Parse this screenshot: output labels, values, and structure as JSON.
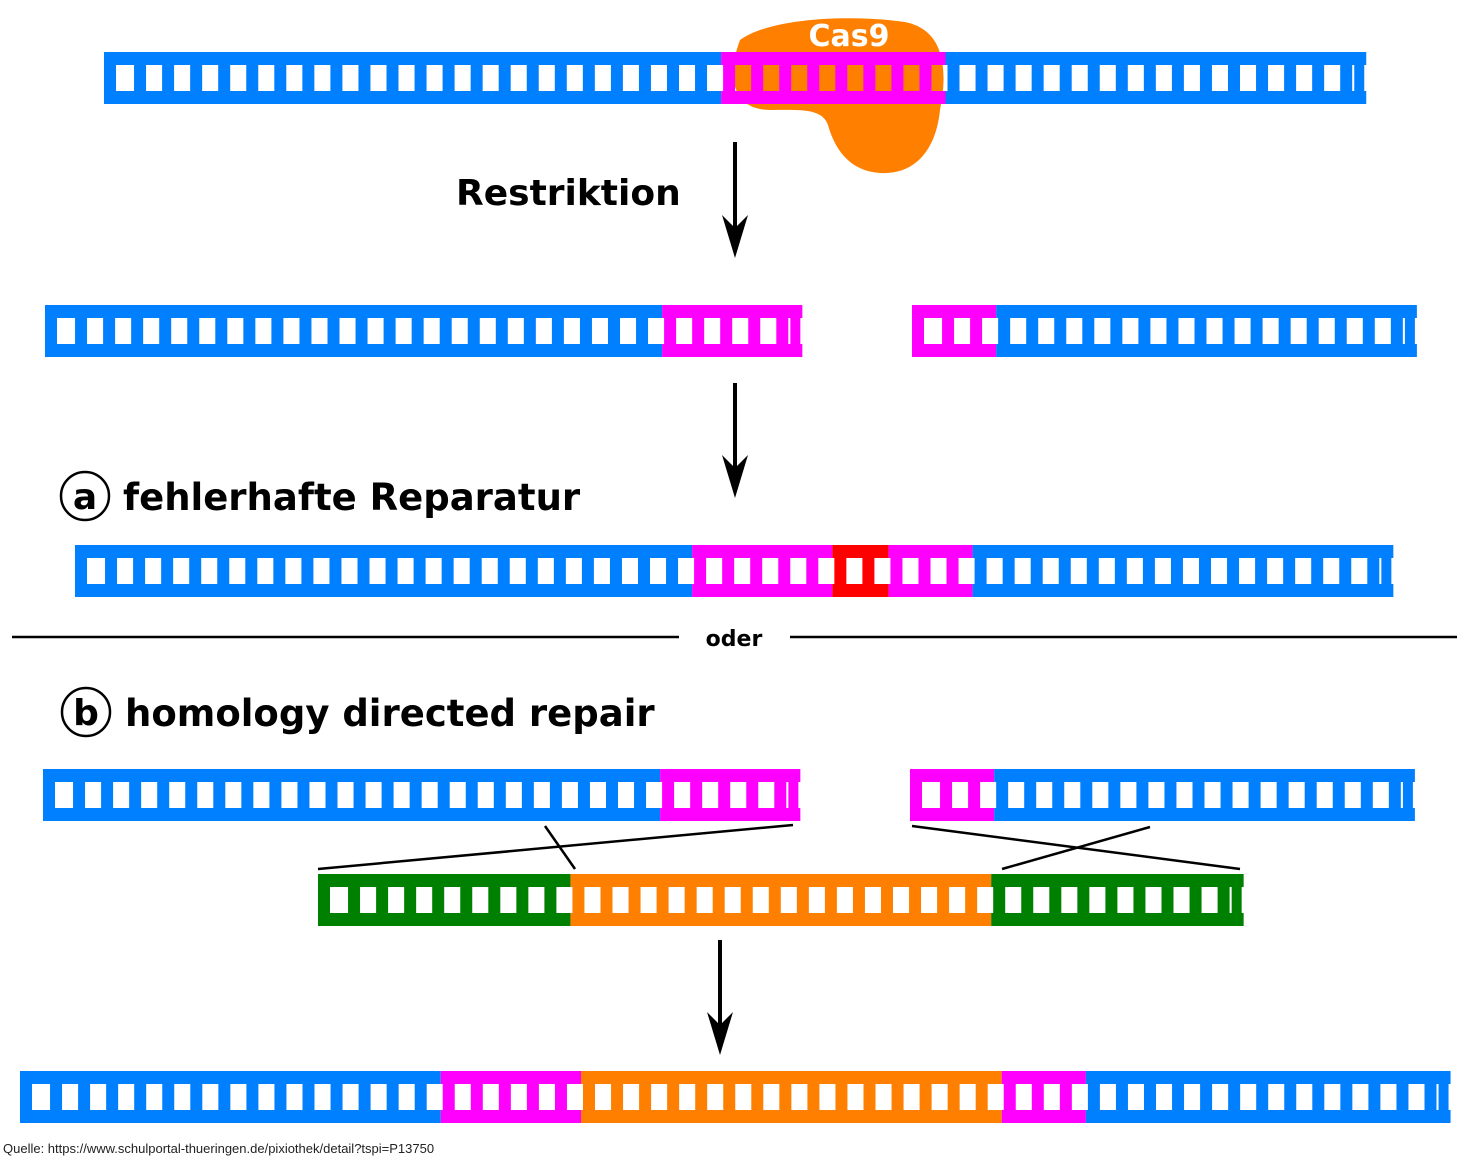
{
  "colors": {
    "dna": "#0080ff",
    "target": "#ff00ff",
    "insertion": "#ff0000",
    "donor_homology": "#008000",
    "donor_insert": "#ff8000",
    "cas9": "#ff8000",
    "line": "#000000"
  },
  "cas9_label": "Cas9",
  "step_restriction": "Restriktion",
  "section_a": {
    "marker": "a",
    "title": "fehlerhafte Reparatur"
  },
  "separator": "oder",
  "section_b": {
    "marker": "b",
    "title": "homology directed repair"
  },
  "source": "Quelle: https://www.schulportal-thueringen.de/pixiothek/detail?tspi=P13750",
  "strands": [
    {
      "id": "original",
      "segments": [
        {
          "role": "dna",
          "rungs": 22
        },
        {
          "role": "target",
          "rungs": 8
        },
        {
          "role": "dna",
          "rungs": 15
        }
      ]
    },
    {
      "id": "cut-left",
      "segments": [
        {
          "role": "dna",
          "rungs": 22
        },
        {
          "role": "target",
          "rungs": 5
        }
      ]
    },
    {
      "id": "cut-right",
      "segments": [
        {
          "role": "target",
          "rungs": 3
        },
        {
          "role": "dna",
          "rungs": 15
        }
      ]
    },
    {
      "id": "nhej-result",
      "segments": [
        {
          "role": "dna",
          "rungs": 22
        },
        {
          "role": "target",
          "rungs": 5
        },
        {
          "role": "insertion",
          "rungs": 2
        },
        {
          "role": "target",
          "rungs": 3
        },
        {
          "role": "dna",
          "rungs": 15
        }
      ]
    },
    {
      "id": "hdr-left",
      "segments": [
        {
          "role": "dna",
          "rungs": 22
        },
        {
          "role": "target",
          "rungs": 5
        }
      ]
    },
    {
      "id": "hdr-right",
      "segments": [
        {
          "role": "target",
          "rungs": 3
        },
        {
          "role": "dna",
          "rungs": 15
        }
      ]
    },
    {
      "id": "donor",
      "segments": [
        {
          "role": "donor_homology",
          "rungs": 9
        },
        {
          "role": "donor_insert",
          "rungs": 15
        },
        {
          "role": "donor_homology",
          "rungs": 9
        }
      ]
    },
    {
      "id": "hdr-result",
      "segments": [
        {
          "role": "dna",
          "rungs": 15
        },
        {
          "role": "target",
          "rungs": 5
        },
        {
          "role": "donor_insert",
          "rungs": 15
        },
        {
          "role": "target",
          "rungs": 3
        },
        {
          "role": "dna",
          "rungs": 13
        }
      ]
    }
  ]
}
